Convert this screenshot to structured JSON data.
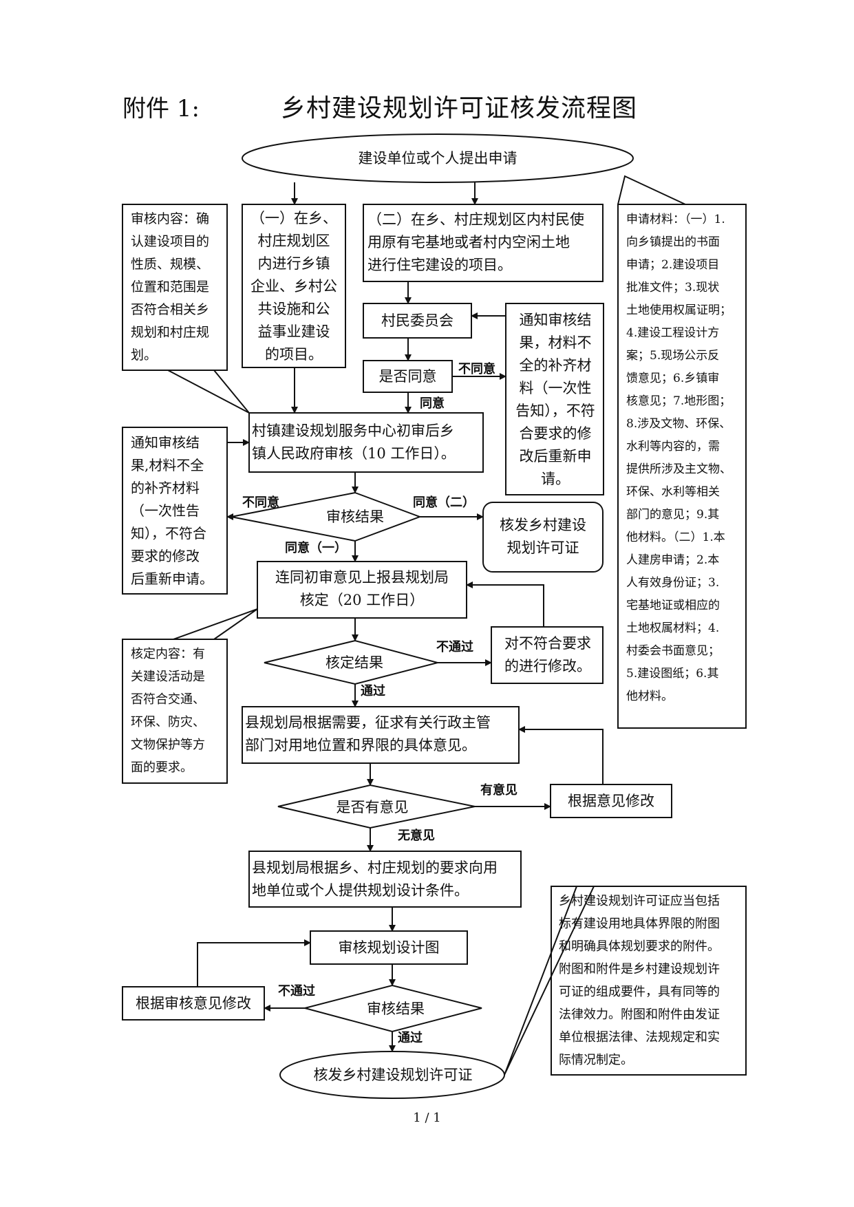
{
  "header": {
    "attachment": "附件 1:",
    "title": "乡村建设规划许可证核发流程图"
  },
  "flow": {
    "start": "建设单位或个人提出申请",
    "branch1": "（一）在乡、\n村庄规划区\n内进行乡镇\n企业、乡村公\n共设施和公\n益事业建设\n的项目。",
    "branch2": "（二）在乡、村庄规划区内村民使\n用原有宅基地或者村内空闲土地\n进行住宅建设的项目。",
    "village_committee": "村民委员会",
    "agree_q": "是否同意",
    "notify_mid": "通知审核结\n果，材料不\n全的补齐材\n料（一次性\n告知），不符\n合要求的修\n改后重新申\n请。",
    "center_review": "村镇建设规划服务中心初审后乡\n镇人民政府审核（10 工作日）。",
    "review_result": "审核结果",
    "issue_box": "核发乡村建设\n规划许可证",
    "county_submit": "连同初审意见上报县规划局\n核定（20 工作日）",
    "check_result": "核定结果",
    "fix_box": "对不符合要求\n的进行修改。",
    "solicit": "县规划局根据需要，征求有关行政主管\n部门对用地位置和界限的具体意见。",
    "opinion_q": "是否有意见",
    "revise_by_opinion": "根据意见修改",
    "provide_conditions": "县规划局根据乡、村庄规划的要求向用\n地单位或个人提供规划设计条件。",
    "review_design": "审核规划设计图",
    "review_result2": "审核结果",
    "revise_by_review": "根据审核意见修改",
    "end": "核发乡村建设规划许可证"
  },
  "labels": {
    "disagree1": "不同意",
    "agree1": "同意",
    "disagree2": "不同意",
    "agree_two": "同意（二）",
    "agree_one": "同意（一）",
    "not_pass1": "不通过",
    "pass1": "通过",
    "has_opinion": "有意见",
    "no_opinion": "无意见",
    "not_pass2": "不通过",
    "pass2": "通过"
  },
  "notes": {
    "review_content": "审核内容：确\n认建设项目的\n性质、规模、\n位置和范围是\n否符合相关乡\n规划和村庄规\n划。",
    "materials": "申请材料：（一）1.\n向乡镇提出的书面\n申请；2.建设项目\n批准文件；3.现状\n土地使用权属证明；\n4.建设工程设计方\n案；5.现场公示反\n馈意见；6.乡镇审\n核意见；7.地形图；\n8.涉及文物、环保、\n水利等内容的，需\n提供所涉及主文物、\n环保、水利等相关\n部门的意见；9.其\n他材料。（二）1.本\n人建房申请；2.本\n人有效身份证；3.\n宅基地证或相应的\n土地权属材料；4.\n村委会书面意见；\n5.建设图纸；6.其\n他材料。",
    "notify_left": "通知审核结\n果,材料不全\n的补齐材料\n（一次性告\n知），不符合\n要求的修改\n后重新申请。",
    "check_content": "核定内容：有\n关建设活动是\n否符合交通、\n环保、防灾、\n文物保护等方\n面的要求。",
    "permit_note": "乡村建设规划许可证应当包括\n标有建设用地具体界限的附图\n和明确具体规划要求的附件。\n附图和附件是乡村建设规划许\n可证的组成要件，具有同等的\n法律效力。附图和附件由发证\n单位根据法律、法规规定和实\n际情况制定。"
  },
  "footer": {
    "page": "1 / 1"
  }
}
